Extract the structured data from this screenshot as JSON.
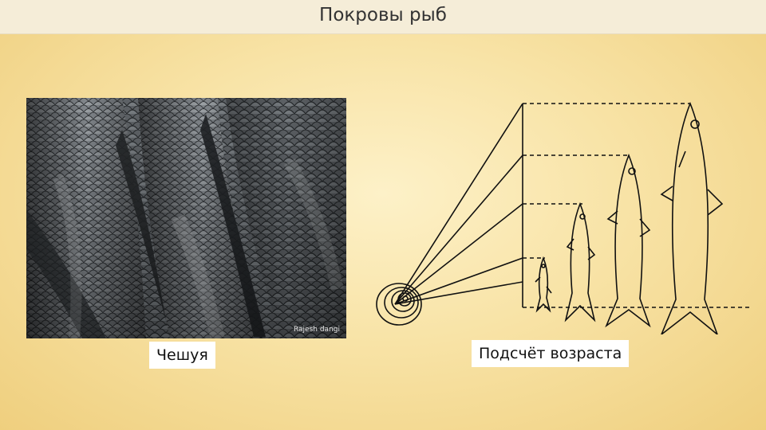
{
  "slide": {
    "title": "Покровы рыб"
  },
  "photo": {
    "credit": "Rajesh dangi",
    "caption": "Чешуя"
  },
  "diagram": {
    "caption": "Подсчёт возраста"
  }
}
